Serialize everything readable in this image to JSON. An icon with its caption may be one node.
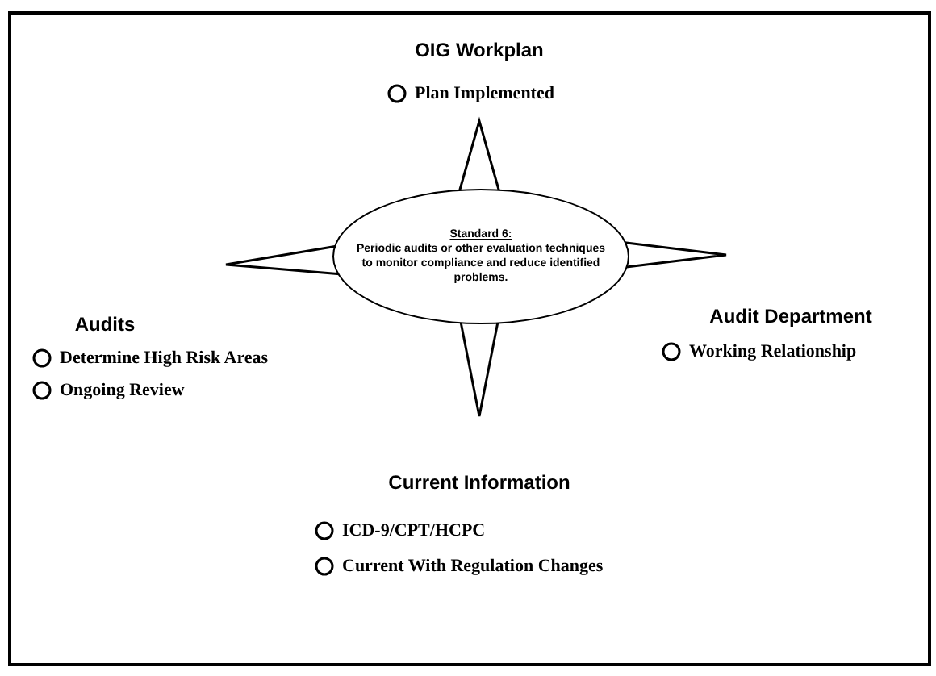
{
  "diagram": {
    "nodes": [
      {
        "text": [
          "Standard 6:",
          "Periodic audits or other evaluation techniques to monitor compliance and reduce identified problems."
        ]
      }
    ],
    "labels": [
      "OIG Workplan",
      "Plan Implemented",
      "Audit Department",
      "Audits",
      "Working Relationship",
      "Determine High Risk Areas",
      "Ongoing Review",
      "Current Information",
      "ICD-9/CPT/HCPC",
      "Current With Regulation Changes"
    ]
  }
}
